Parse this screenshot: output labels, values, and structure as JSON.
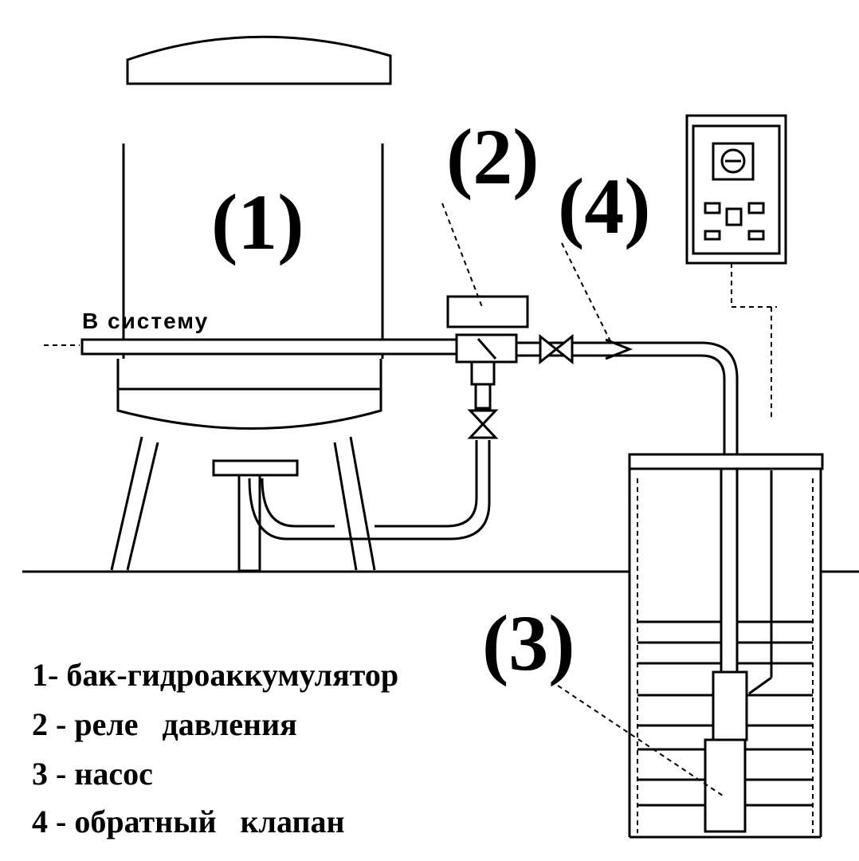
{
  "labels": {
    "tank": "(1)",
    "relay": "(2)",
    "pump": "(3)",
    "valve": "(4)",
    "to_system": "В систему"
  },
  "legend": [
    "1- бак-гидроаккумулятор",
    "2 - реле   давления",
    "3 - насос",
    "4 - обратный   клапан"
  ]
}
